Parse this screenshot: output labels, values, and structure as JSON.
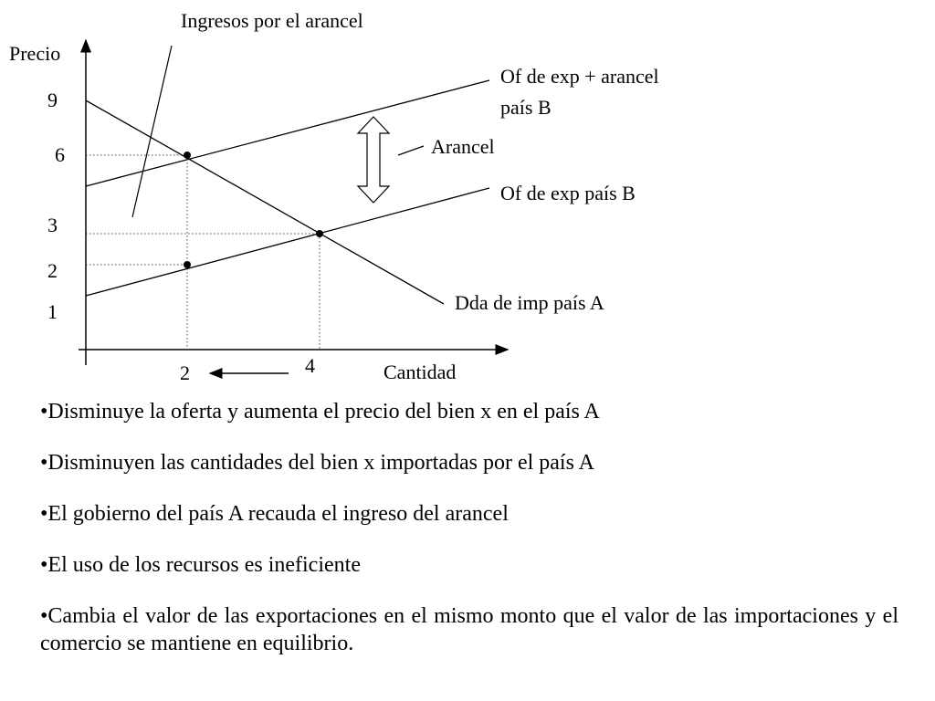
{
  "diagram": {
    "axes": {
      "y_label": "Precio",
      "x_label": "Cantidad"
    },
    "y_ticks": [
      "9",
      "6",
      "3",
      "2",
      "1"
    ],
    "x_ticks": [
      "2",
      "4"
    ],
    "curves": {
      "supply_tariff": [
        "Of de exp + arancel",
        "país B"
      ],
      "supply": "Of de exp país B",
      "demand": "Dda de imp país A"
    },
    "annotations": {
      "tariff_revenue": "Ingresos por el arancel",
      "tariff": "Arancel"
    },
    "points": [
      {
        "label": "demand-tariff-equilibrium",
        "quantity": 2,
        "price": 6
      },
      {
        "label": "free-trade-equilibrium",
        "quantity": 4,
        "price": 3
      },
      {
        "label": "supply-at-new-quantity",
        "quantity": 2,
        "price": 2
      }
    ]
  },
  "bullets": [
    "•Disminuye la oferta y aumenta el precio del bien x en el país A",
    "•Disminuyen las cantidades del bien x importadas por el país A",
    "•El gobierno del país A recauda el ingreso del arancel",
    "•El uso de los recursos es ineficiente",
    "•Cambia el valor de las exportaciones en el mismo monto que el valor de las importaciones y el comercio se mantiene en equilibrio."
  ]
}
